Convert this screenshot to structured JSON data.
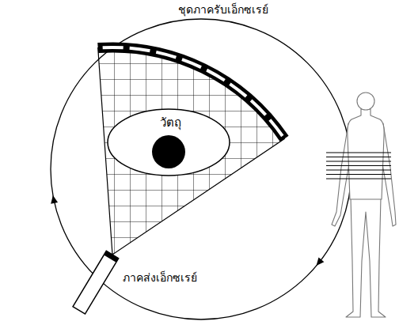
{
  "diagram": {
    "nodes": [
      {
        "text": [
          "ชุดภาครับเอ็กซเรย์"
        ]
      },
      {
        "text": [
          "วัตถุ"
        ]
      },
      {
        "text": [
          "ภาคส่งเอ็กซเรย์"
        ]
      }
    ]
  }
}
